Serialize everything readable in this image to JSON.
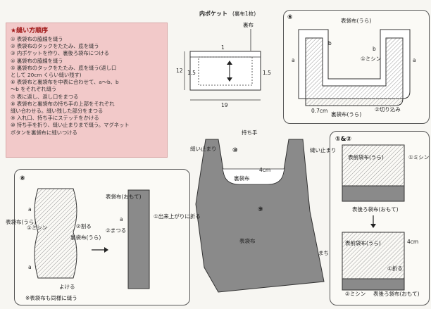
{
  "steps": {
    "title": "★縫い方順序",
    "items": [
      "① 表袋布の脇線を縫う",
      "② 表袋布のタックをたたみ、底を縫う",
      "③ 内ポケットを作り、裏後ろ袋布につける",
      "④ 裏袋布の脇線を縫う",
      "⑤ 裏袋布のタックをたたみ、底を縫う(返し口\nとして 20cm くらい縫い残す)",
      "⑥ 表袋布と裏袋布を中表に合わせて、a〜b、b\n〜b をそれぞれ縫う",
      "⑦ 表に返し、返し口をまつる",
      "⑧ 表袋布と裏袋布の持ち手の上部をそれぞれ\n縫い合わせる。縫い残した部分をまつる",
      "⑨ 入れ口、持ち手にステッチをかける",
      "⑩ 持ち手を折り、縫い止まりまで縫う。マグネット\nボタンを裏袋布に縫いつける"
    ]
  },
  "pocket": {
    "title": "内ポケット",
    "count": "(裏布1枚)",
    "fabric": "裏布",
    "fold_mark": "1",
    "height": "12",
    "margin_left": "1.5",
    "margin_right": "1.5",
    "width": "19"
  },
  "step6": {
    "num": "⑥",
    "outer": "表袋布(うら)",
    "inner": "裏袋布(うら)",
    "mishin": "①ミシン",
    "kirikomi": "②切り込み",
    "dim": "0.7cm",
    "a": "a",
    "b": "b"
  },
  "main": {
    "handle": "持ち手",
    "nuidomari_left": "縫い止まり",
    "nuidomari_right": "縫い止まり",
    "inner_bag": "裏袋布",
    "dim4": "4cm",
    "outer_bag": "表袋布",
    "matsuri": "まち",
    "n9": "⑨",
    "n10": "⑩"
  },
  "step8": {
    "num": "⑧",
    "outer_ura": "表袋布(うら)",
    "outer_omote": "表袋布(おもて)",
    "inner_ura": "裏袋布(うら)",
    "mishin": "①ミシン",
    "kiru": "②割る",
    "yokeru": "よける",
    "matsuru": "②まつる",
    "fold": "①出来上がりに折る",
    "note": "※表袋布も同様に縫う",
    "a": "a"
  },
  "step12": {
    "num": "①&②",
    "front_ura": "表前袋布(うら)",
    "mishin": "①ミシン",
    "back_omote": "表後ろ袋布(おもて)",
    "front_ura2": "表前袋布(うら)",
    "dim4": "4cm",
    "fold": "①折る",
    "mishin2": "②ミシン",
    "back_omote2": "表後ろ袋布(おもて)"
  }
}
